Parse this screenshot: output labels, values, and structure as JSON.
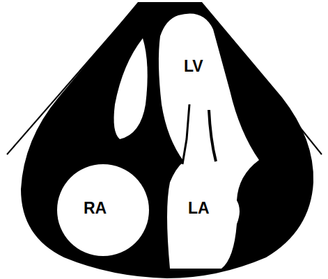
{
  "diagram": {
    "nodes": [
      {
        "text": [
          "LV"
        ]
      },
      {
        "text": [
          "RA"
        ]
      },
      {
        "text": [
          "LA"
        ]
      }
    ]
  }
}
